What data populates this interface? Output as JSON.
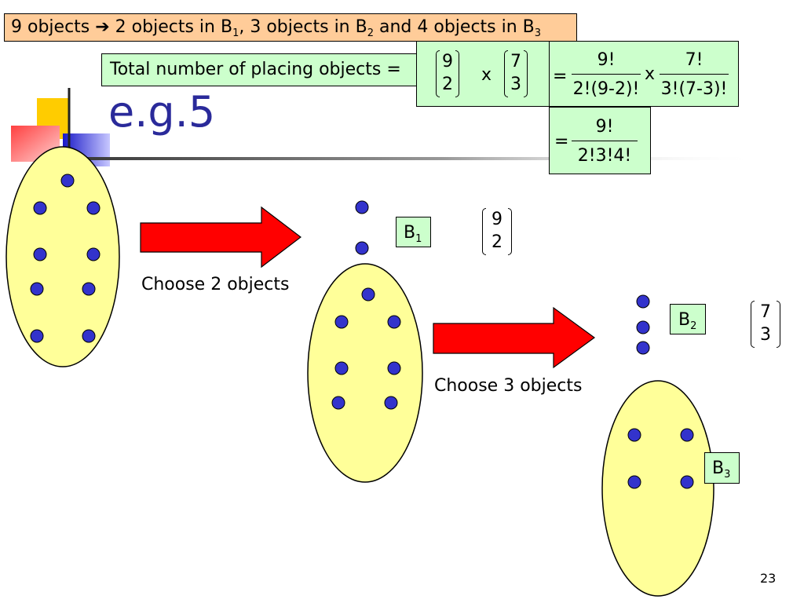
{
  "header": {
    "text_a": "9 objects ",
    "arrow": "➔",
    "text_b": " 2 objects in B",
    "sub1": "1",
    "text_c": ", 3 objects in B",
    "sub2": "2",
    "text_d": " and 4 objects in B",
    "sub3": "3"
  },
  "formula": {
    "total_label": "Total number of placing objects =",
    "binom1": {
      "n": "9",
      "k": "2"
    },
    "binom2": {
      "n": "7",
      "k": "3"
    },
    "times": "x",
    "equals": "=",
    "frac1": {
      "num": "9!",
      "den": "2!(9-2)!"
    },
    "frac2": {
      "num": "7!",
      "den": "3!(7-3)!"
    },
    "frac3": {
      "num": "9!",
      "den": "2!3!4!"
    }
  },
  "title": "e.g.5",
  "steps": {
    "choose2": "Choose 2 objects",
    "choose3": "Choose 3 objects"
  },
  "boxes": {
    "b1": {
      "letter": "B",
      "sub": "1"
    },
    "b2": {
      "letter": "B",
      "sub": "2"
    },
    "b3": {
      "letter": "B",
      "sub": "3"
    }
  },
  "side_binoms": {
    "first": {
      "n": "9",
      "k": "2"
    },
    "second": {
      "n": "7",
      "k": "3"
    }
  },
  "page_number": "23",
  "colors": {
    "header_bg": "#ffcc99",
    "formula_bg": "#ccffcc",
    "ellipse_fill": "#ffff99",
    "dot_fill": "#3333cc",
    "arrow_fill": "#ff0000",
    "title_color": "#2a2a9a"
  }
}
